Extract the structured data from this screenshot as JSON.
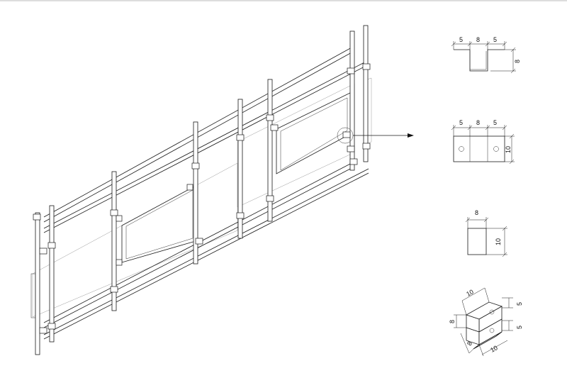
{
  "details": {
    "detail_1": {
      "dims": [
        "5",
        "8",
        "5",
        "8"
      ]
    },
    "detail_2": {
      "dims": [
        "5",
        "8",
        "5",
        "10"
      ]
    },
    "detail_3": {
      "dims": [
        "8",
        "10"
      ]
    },
    "detail_4": {
      "dims": [
        "10",
        "5",
        "8",
        "5",
        "8",
        "10"
      ]
    }
  }
}
